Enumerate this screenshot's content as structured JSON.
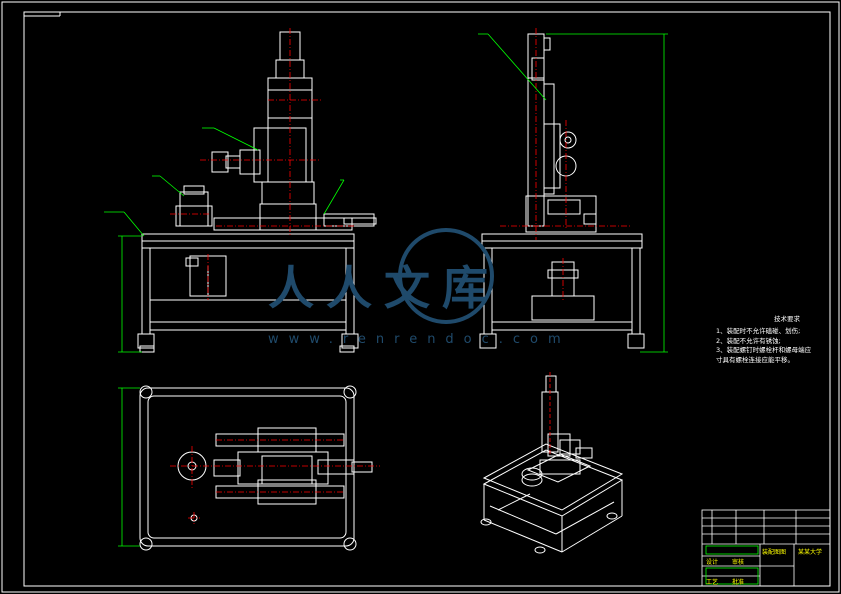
{
  "drawing": {
    "background": "#000000",
    "colors": {
      "outline": "#ffffff",
      "centerline": "#ff0000",
      "dimension": "#00ff00",
      "watermark": "#1f4a6b",
      "titleblock_text": "#ffff00"
    }
  },
  "watermark": {
    "text_cn": "人人文库",
    "url": "www.renrendoc.com"
  },
  "technical_requirements": {
    "heading": "技术要求",
    "items": [
      "1、装配时不允许磕碰、划伤;",
      "2、装配不允许有锈蚀;",
      "3、装配螺钉时螺栓杆和螺母端应",
      "寸具有螺栓连接应能平移。"
    ]
  },
  "title_block": {
    "drawing_title": "装配图图",
    "company": "某某大学",
    "fields": [
      "设计",
      "审核",
      "工艺",
      "批准"
    ]
  }
}
